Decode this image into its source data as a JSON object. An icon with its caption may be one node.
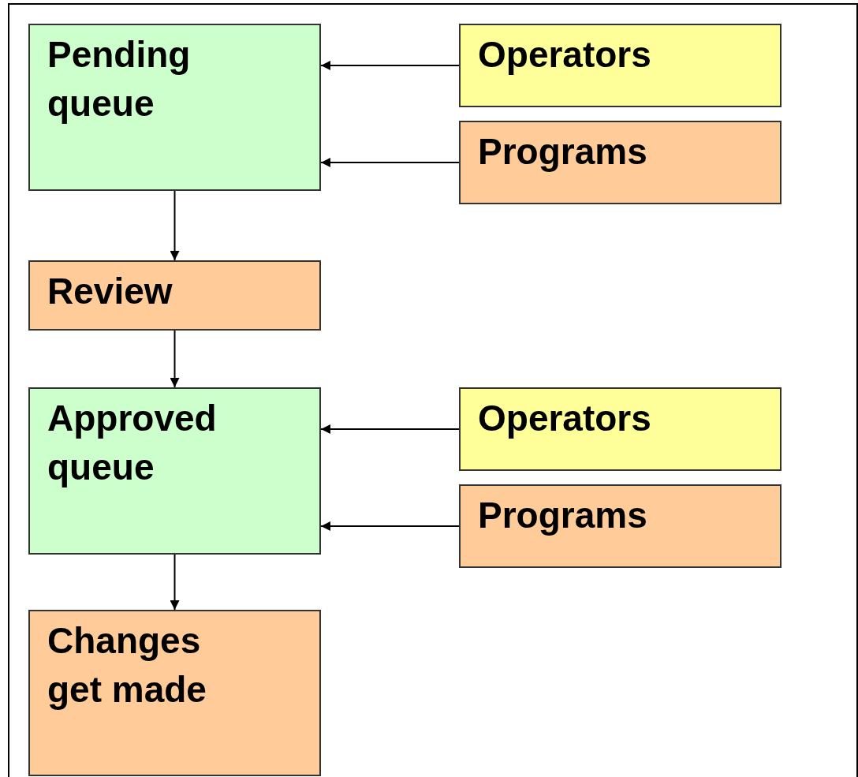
{
  "diagram": {
    "nodes": [
      {
        "text": [
          "Pending queue"
        ]
      },
      {
        "text": [
          "Operators"
        ]
      },
      {
        "text": [
          "Programs"
        ]
      },
      {
        "text": [
          "Review"
        ]
      },
      {
        "text": [
          "Approved queue"
        ]
      },
      {
        "text": [
          "Operators"
        ]
      },
      {
        "text": [
          "Programs"
        ]
      },
      {
        "text": [
          "Changes get made"
        ]
      }
    ],
    "edges": [
      {
        "from": 1,
        "to": 0,
        "arrow": "to"
      },
      {
        "from": 2,
        "to": 0,
        "arrow": "to"
      },
      {
        "from": 0,
        "to": 3,
        "arrow": "to"
      },
      {
        "from": 3,
        "to": 4,
        "arrow": "to"
      },
      {
        "from": 5,
        "to": 4,
        "arrow": "to"
      },
      {
        "from": 6,
        "to": 4,
        "arrow": "to"
      },
      {
        "from": 4,
        "to": 7,
        "arrow": "to"
      }
    ]
  }
}
